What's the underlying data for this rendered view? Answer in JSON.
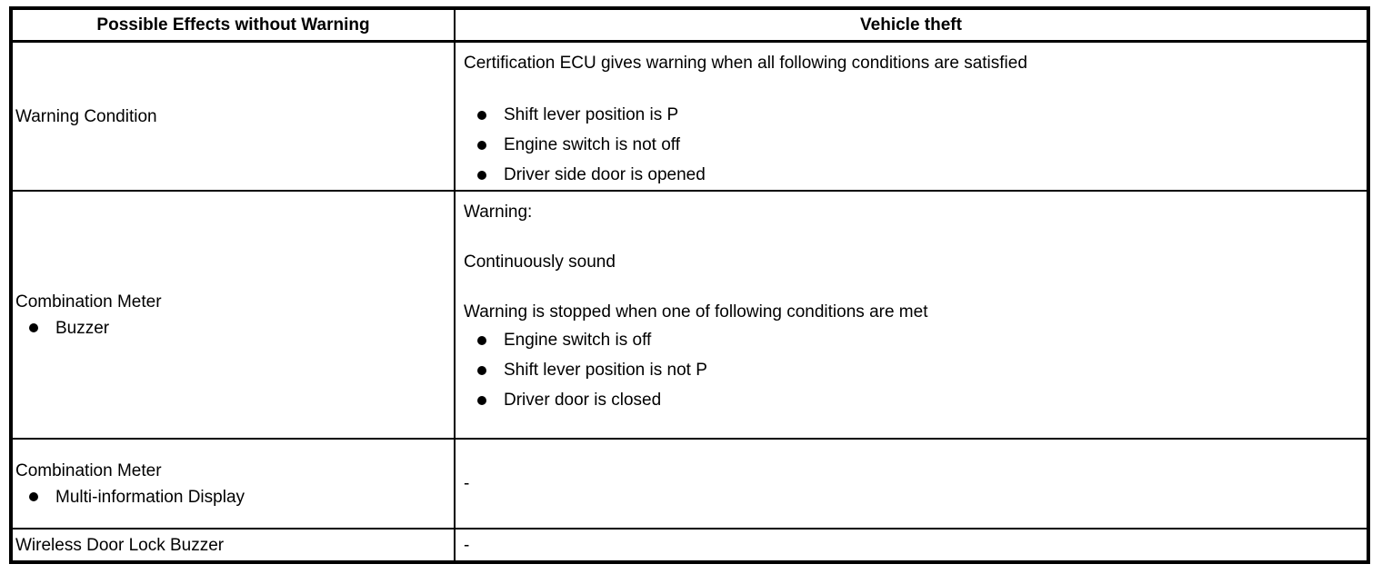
{
  "colors": {
    "border": "#000000",
    "background": "#ffffff",
    "text": "#000000"
  },
  "table": {
    "header": {
      "left": "Possible Effects without Warning",
      "right": "Vehicle theft"
    },
    "rows": [
      {
        "left": {
          "title": "Warning Condition"
        },
        "right": {
          "paragraphs": [
            "Certification ECU gives warning when all following conditions are satisfied"
          ],
          "bullets": [
            "Shift lever position is P",
            "Engine switch is not off",
            "Driver side door is opened"
          ]
        }
      },
      {
        "left": {
          "title": "Combination Meter",
          "bullets": [
            "Buzzer"
          ]
        },
        "right": {
          "paragraphs": [
            "Warning:",
            "Continuously sound",
            "Warning is stopped when one of following conditions are met"
          ],
          "bullets": [
            "Engine switch is off",
            "Shift lever position is not P",
            "Driver door is closed"
          ]
        }
      },
      {
        "left": {
          "title": "Combination Meter",
          "bullets": [
            "Multi-information Display"
          ]
        },
        "right": {
          "value": "-"
        }
      },
      {
        "left": {
          "title": "Wireless Door Lock Buzzer"
        },
        "right": {
          "value": "-"
        }
      }
    ]
  }
}
